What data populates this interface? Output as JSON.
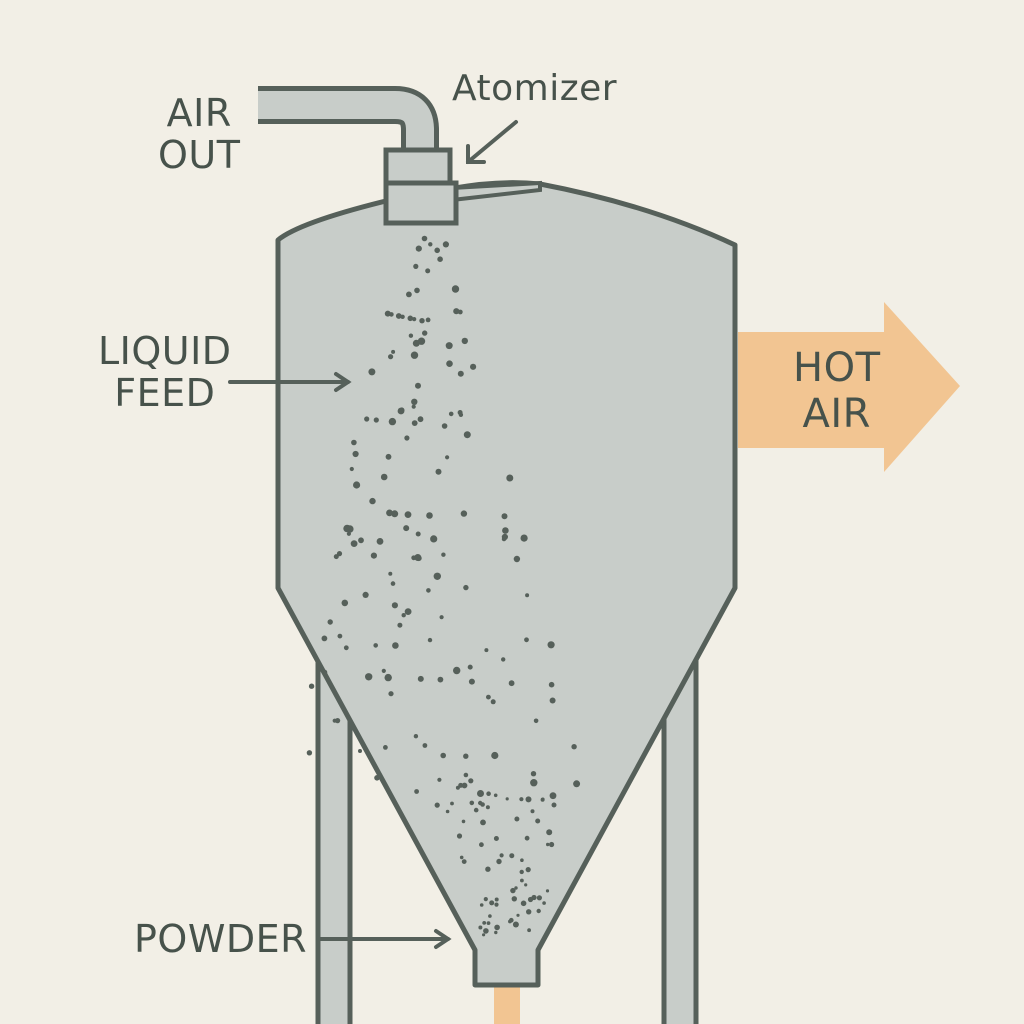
{
  "labels": {
    "air_out": [
      "AIR",
      "OUT"
    ],
    "atomizer": "Atomizer",
    "liquid_feed": [
      "LIQUID",
      "FEED"
    ],
    "powder": "POWDER",
    "hot_air": [
      "HOT",
      "AIR"
    ]
  },
  "colors": {
    "background": "#f2efe6",
    "vessel_fill": "#c8cdc9",
    "outline": "#56605a",
    "hot_air_arrow": "#f2c592",
    "text": "#47524b"
  }
}
